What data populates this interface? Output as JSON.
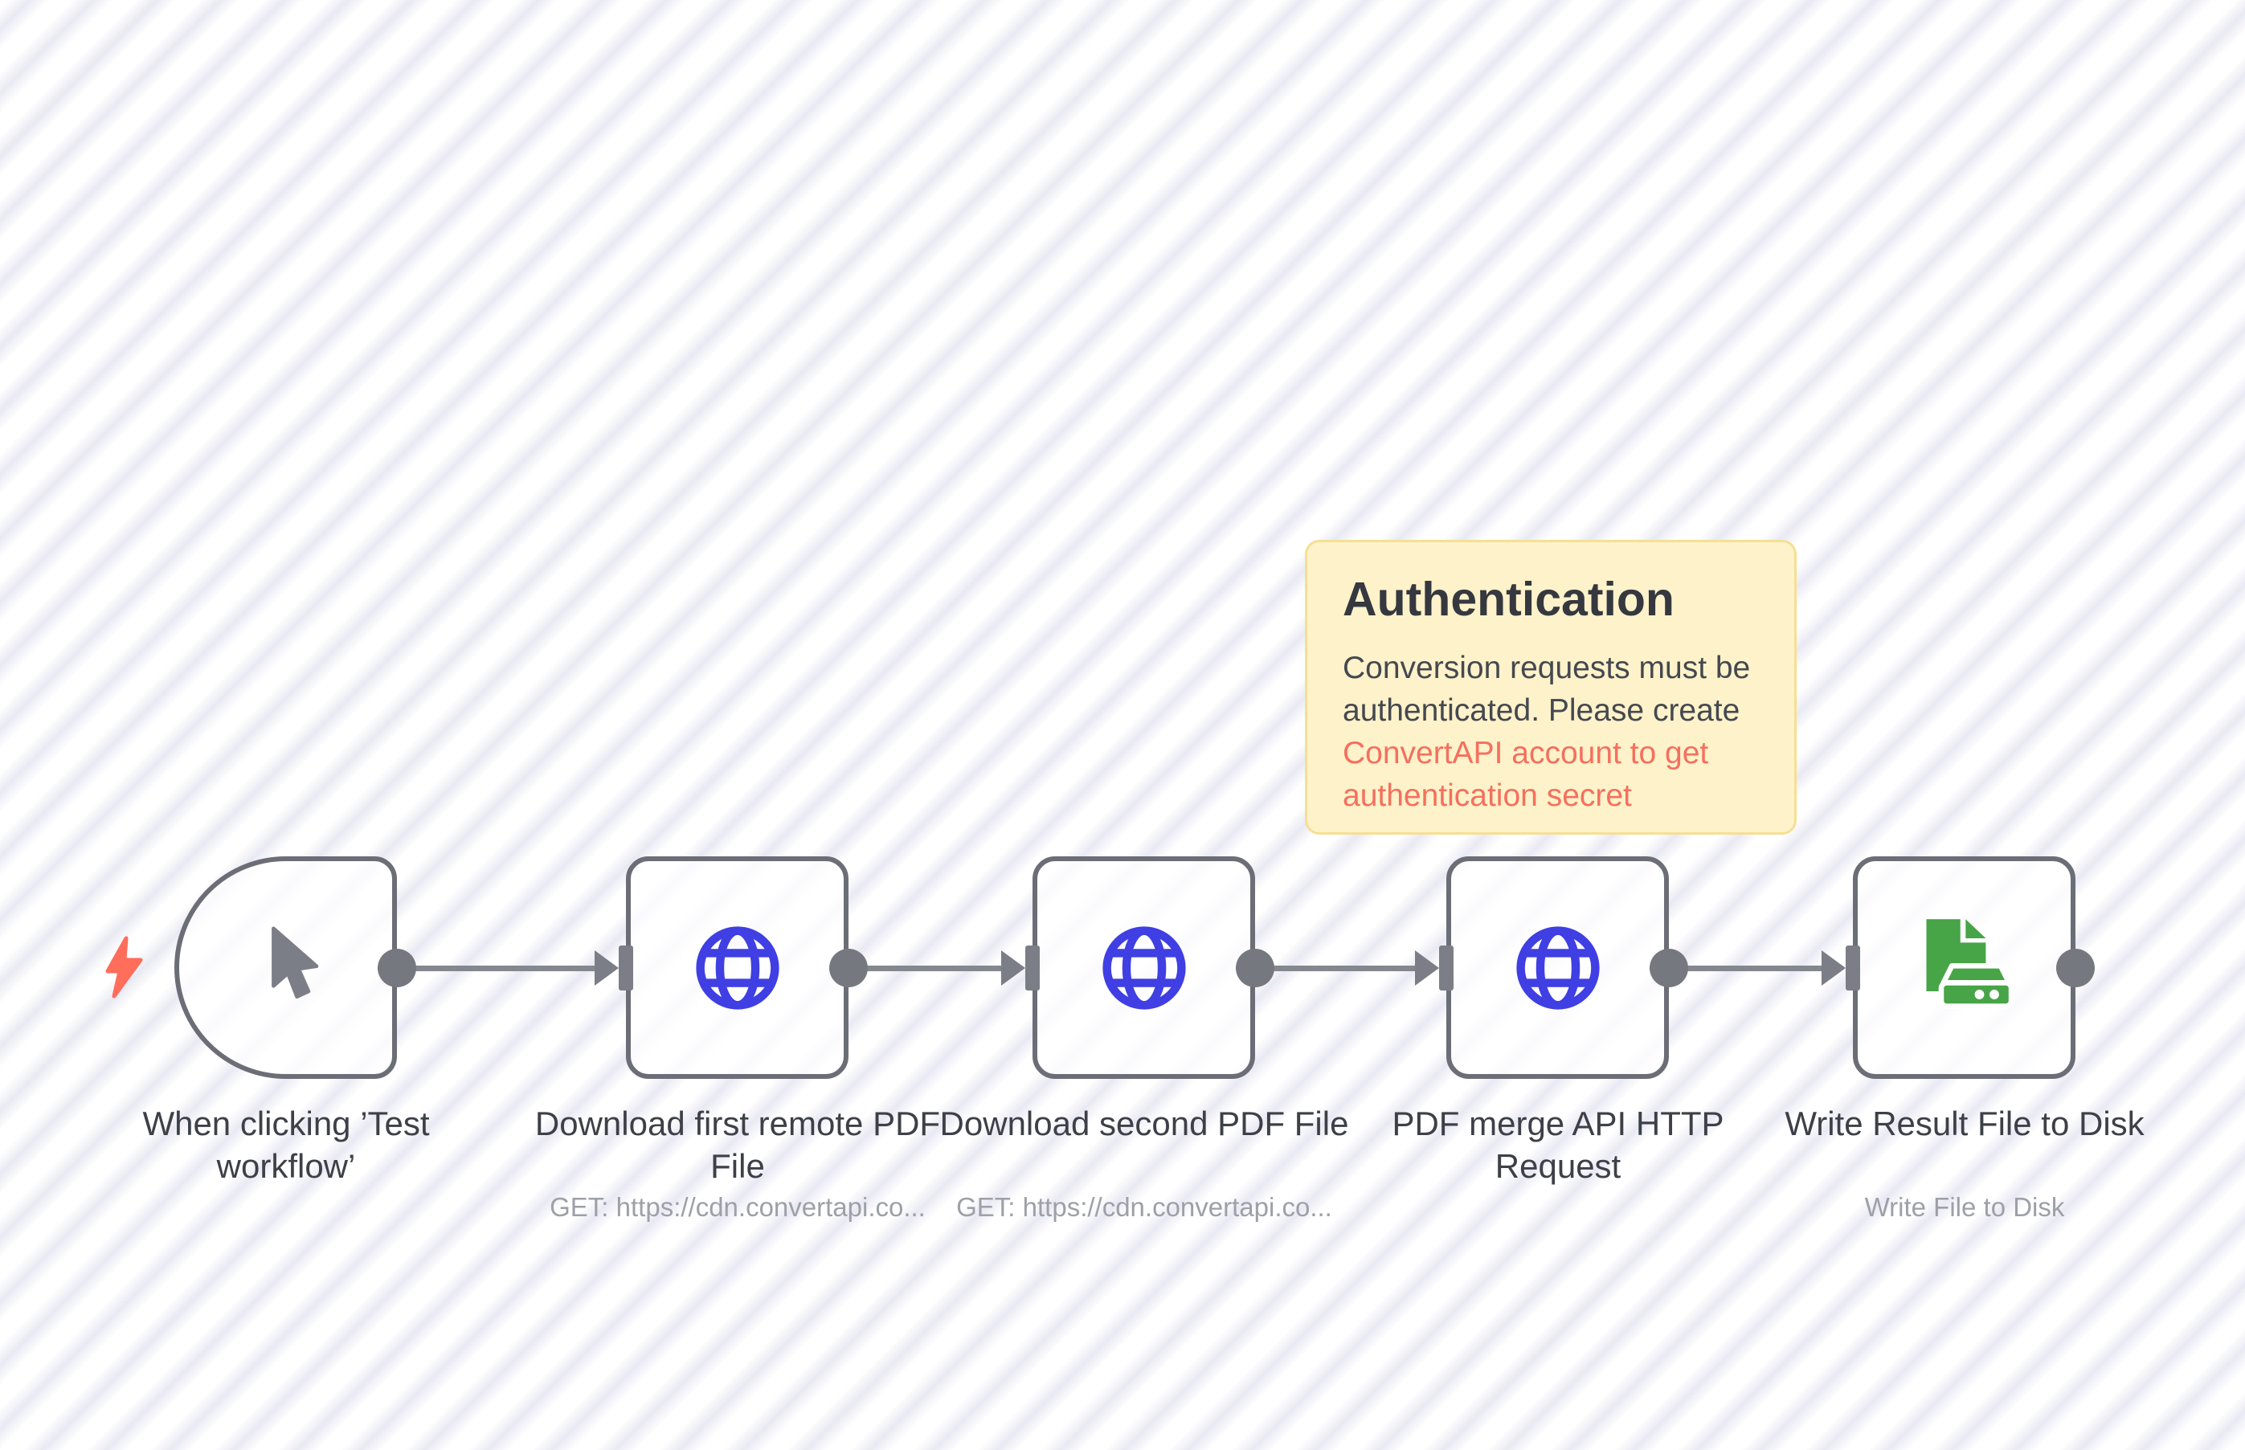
{
  "canvas": {
    "stripe_light": "#ffffff",
    "stripe_dark": "#e9e9f3"
  },
  "sticky_note": {
    "title": "Authentication",
    "body_text": "Conversion requests must be authenticated. Please create",
    "link_text": "ConvertAPI account to get authentication secret",
    "bg_color": "#fdf2ca",
    "border_color": "#f6df94",
    "link_color": "#f4705e"
  },
  "nodes": [
    {
      "id": "manual-trigger",
      "label": "When clicking ’Test workflow’",
      "subtitle": "",
      "icon": "cursor-icon",
      "type": "manual-trigger"
    },
    {
      "id": "download-first-pdf",
      "label": "Download first remote PDF File",
      "subtitle": "GET: https://cdn.convertapi.co...",
      "icon": "globe-icon",
      "type": "http-request"
    },
    {
      "id": "download-second-pdf",
      "label": "Download second PDF File",
      "subtitle": "GET: https://cdn.convertapi.co...",
      "icon": "globe-icon",
      "type": "http-request"
    },
    {
      "id": "pdf-merge-api",
      "label": "PDF merge API HTTP Request",
      "subtitle": "",
      "icon": "globe-icon",
      "type": "http-request"
    },
    {
      "id": "write-result-file",
      "label": "Write Result File to Disk",
      "subtitle": "Write File to Disk",
      "icon": "file-disk-icon",
      "type": "read-write-file"
    }
  ],
  "colors": {
    "node_border": "#6b6e76",
    "connector_gray": "#7b7e86",
    "line_gray": "#84878e",
    "label_text": "#3d4047",
    "subtitle_text": "#9da0a7",
    "globe_blue": "#3f3fe3",
    "file_green": "#47a447",
    "bolt_red": "#ff6d5b"
  }
}
